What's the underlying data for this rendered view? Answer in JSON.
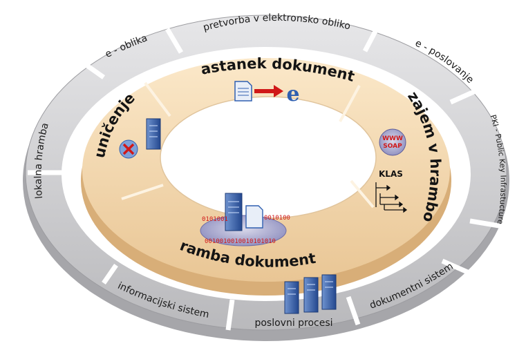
{
  "outer_ring": {
    "top": "pretvorba v elektronsko obliko",
    "top_left": "e - oblika",
    "top_right": "e - poslovanje",
    "right": "PKI - Public Key Infrastucture",
    "left": "lokalna hramba",
    "bottom_left": "informacijski sistem",
    "bottom_center": "poslovni procesi",
    "bottom_right": "dokumentni sistem"
  },
  "inner_ring": {
    "top": "nastanek dokumenta",
    "left": "uničenje",
    "right": "zajem v hrambo",
    "bottom": "hramba dokumenta"
  },
  "icons": {
    "klas_label": "KLAS",
    "www_label": "WWW",
    "soap_label": "SOAP",
    "e_letter": "e",
    "binary_top": "0101001",
    "binary_right": "0010100",
    "binary_bottom": "0010010010010101010"
  },
  "colors": {
    "outer_ring": "#d2d2d4",
    "inner_ring": "#f3d8b0",
    "accent_red": "#d01818",
    "server_blue": "#2f5fb0"
  }
}
